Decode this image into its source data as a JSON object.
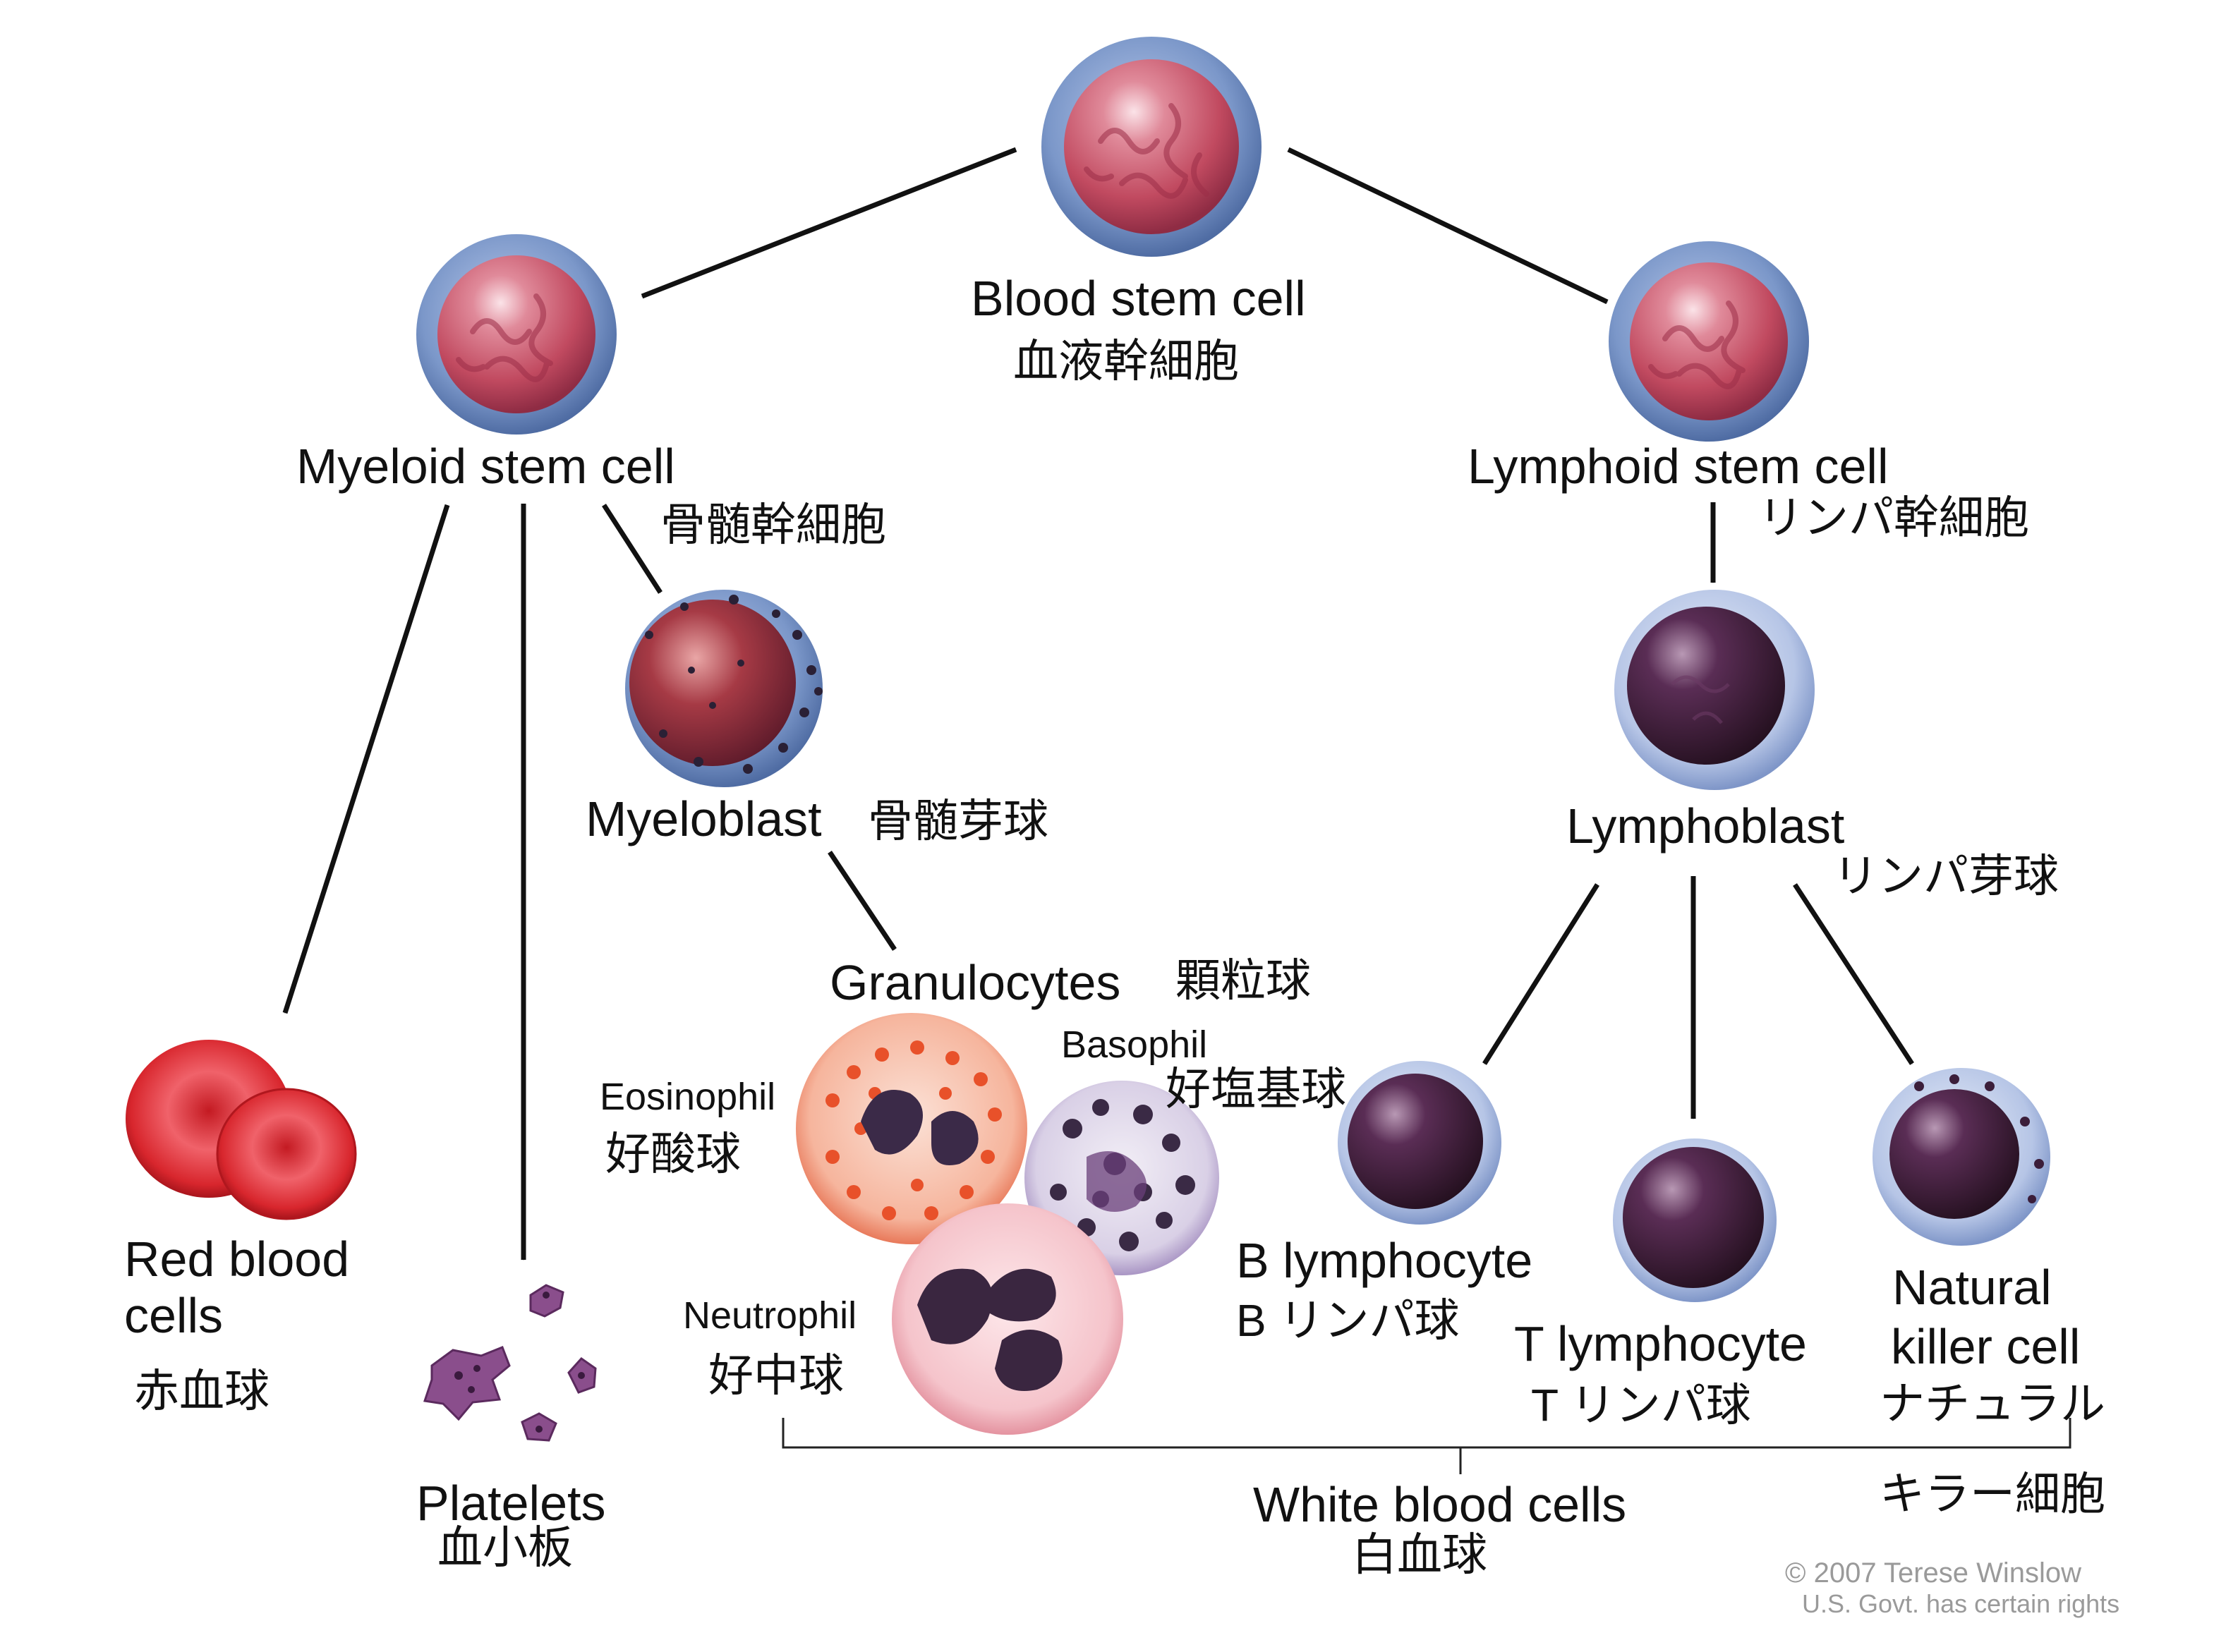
{
  "labels": {
    "blood_stem_cell": "Blood stem cell",
    "blood_stem_cell_jp": "血液幹細胞",
    "myeloid_stem_cell": "Myeloid stem cell",
    "myeloid_stem_cell_jp": "骨髄幹細胞",
    "lymphoid_stem_cell": "Lymphoid stem cell",
    "lymphoid_stem_cell_jp": "リンパ幹細胞",
    "myeloblast": "Myeloblast",
    "myeloblast_jp": "骨髄芽球",
    "lymphoblast": "Lymphoblast",
    "lymphoblast_jp": "リンパ芽球",
    "granulocytes": "Granulocytes",
    "granulocytes_jp": "顆粒球",
    "eosinophil": "Eosinophil",
    "eosinophil_jp": "好酸球",
    "basophil": "Basophil",
    "basophil_jp": "好塩基球",
    "neutrophil": "Neutrophil",
    "neutrophil_jp": "好中球",
    "red_blood_cells_line1": "Red blood",
    "red_blood_cells_line2": "cells",
    "red_blood_cells_jp": "赤血球",
    "platelets": "Platelets",
    "platelets_jp": "血小板",
    "b_lymphocyte": "B lymphocyte",
    "b_lymphocyte_jp": "B リンパ球",
    "t_lymphocyte": "T lymphocyte",
    "t_lymphocyte_jp": "T リンパ球",
    "nk_line1": "Natural",
    "nk_line2": "killer cell",
    "nk_jp_line1": "ナチュラル",
    "nk_jp_line2": "キラー細胞",
    "white_blood_cells": "White blood cells",
    "white_blood_cells_jp": "白血球"
  },
  "credit": {
    "line1": "© 2007 Terese Winslow",
    "line2": "U.S. Govt. has certain rights"
  },
  "colors": {
    "arrow": "#111111",
    "stem_cytoplasm": "#6f8fc4",
    "stem_nucleus": "#c04a5e",
    "lymph_cytoplasm": "#b9c7e6",
    "lymph_nucleus": "#3b1e3a",
    "red_cell": "#d8262d",
    "eosinophil_granule": "#e8512a",
    "neutrophil_body": "#f6c6cb",
    "basophil_body": "#dad3e6",
    "platelet": "#5b2a5e"
  }
}
